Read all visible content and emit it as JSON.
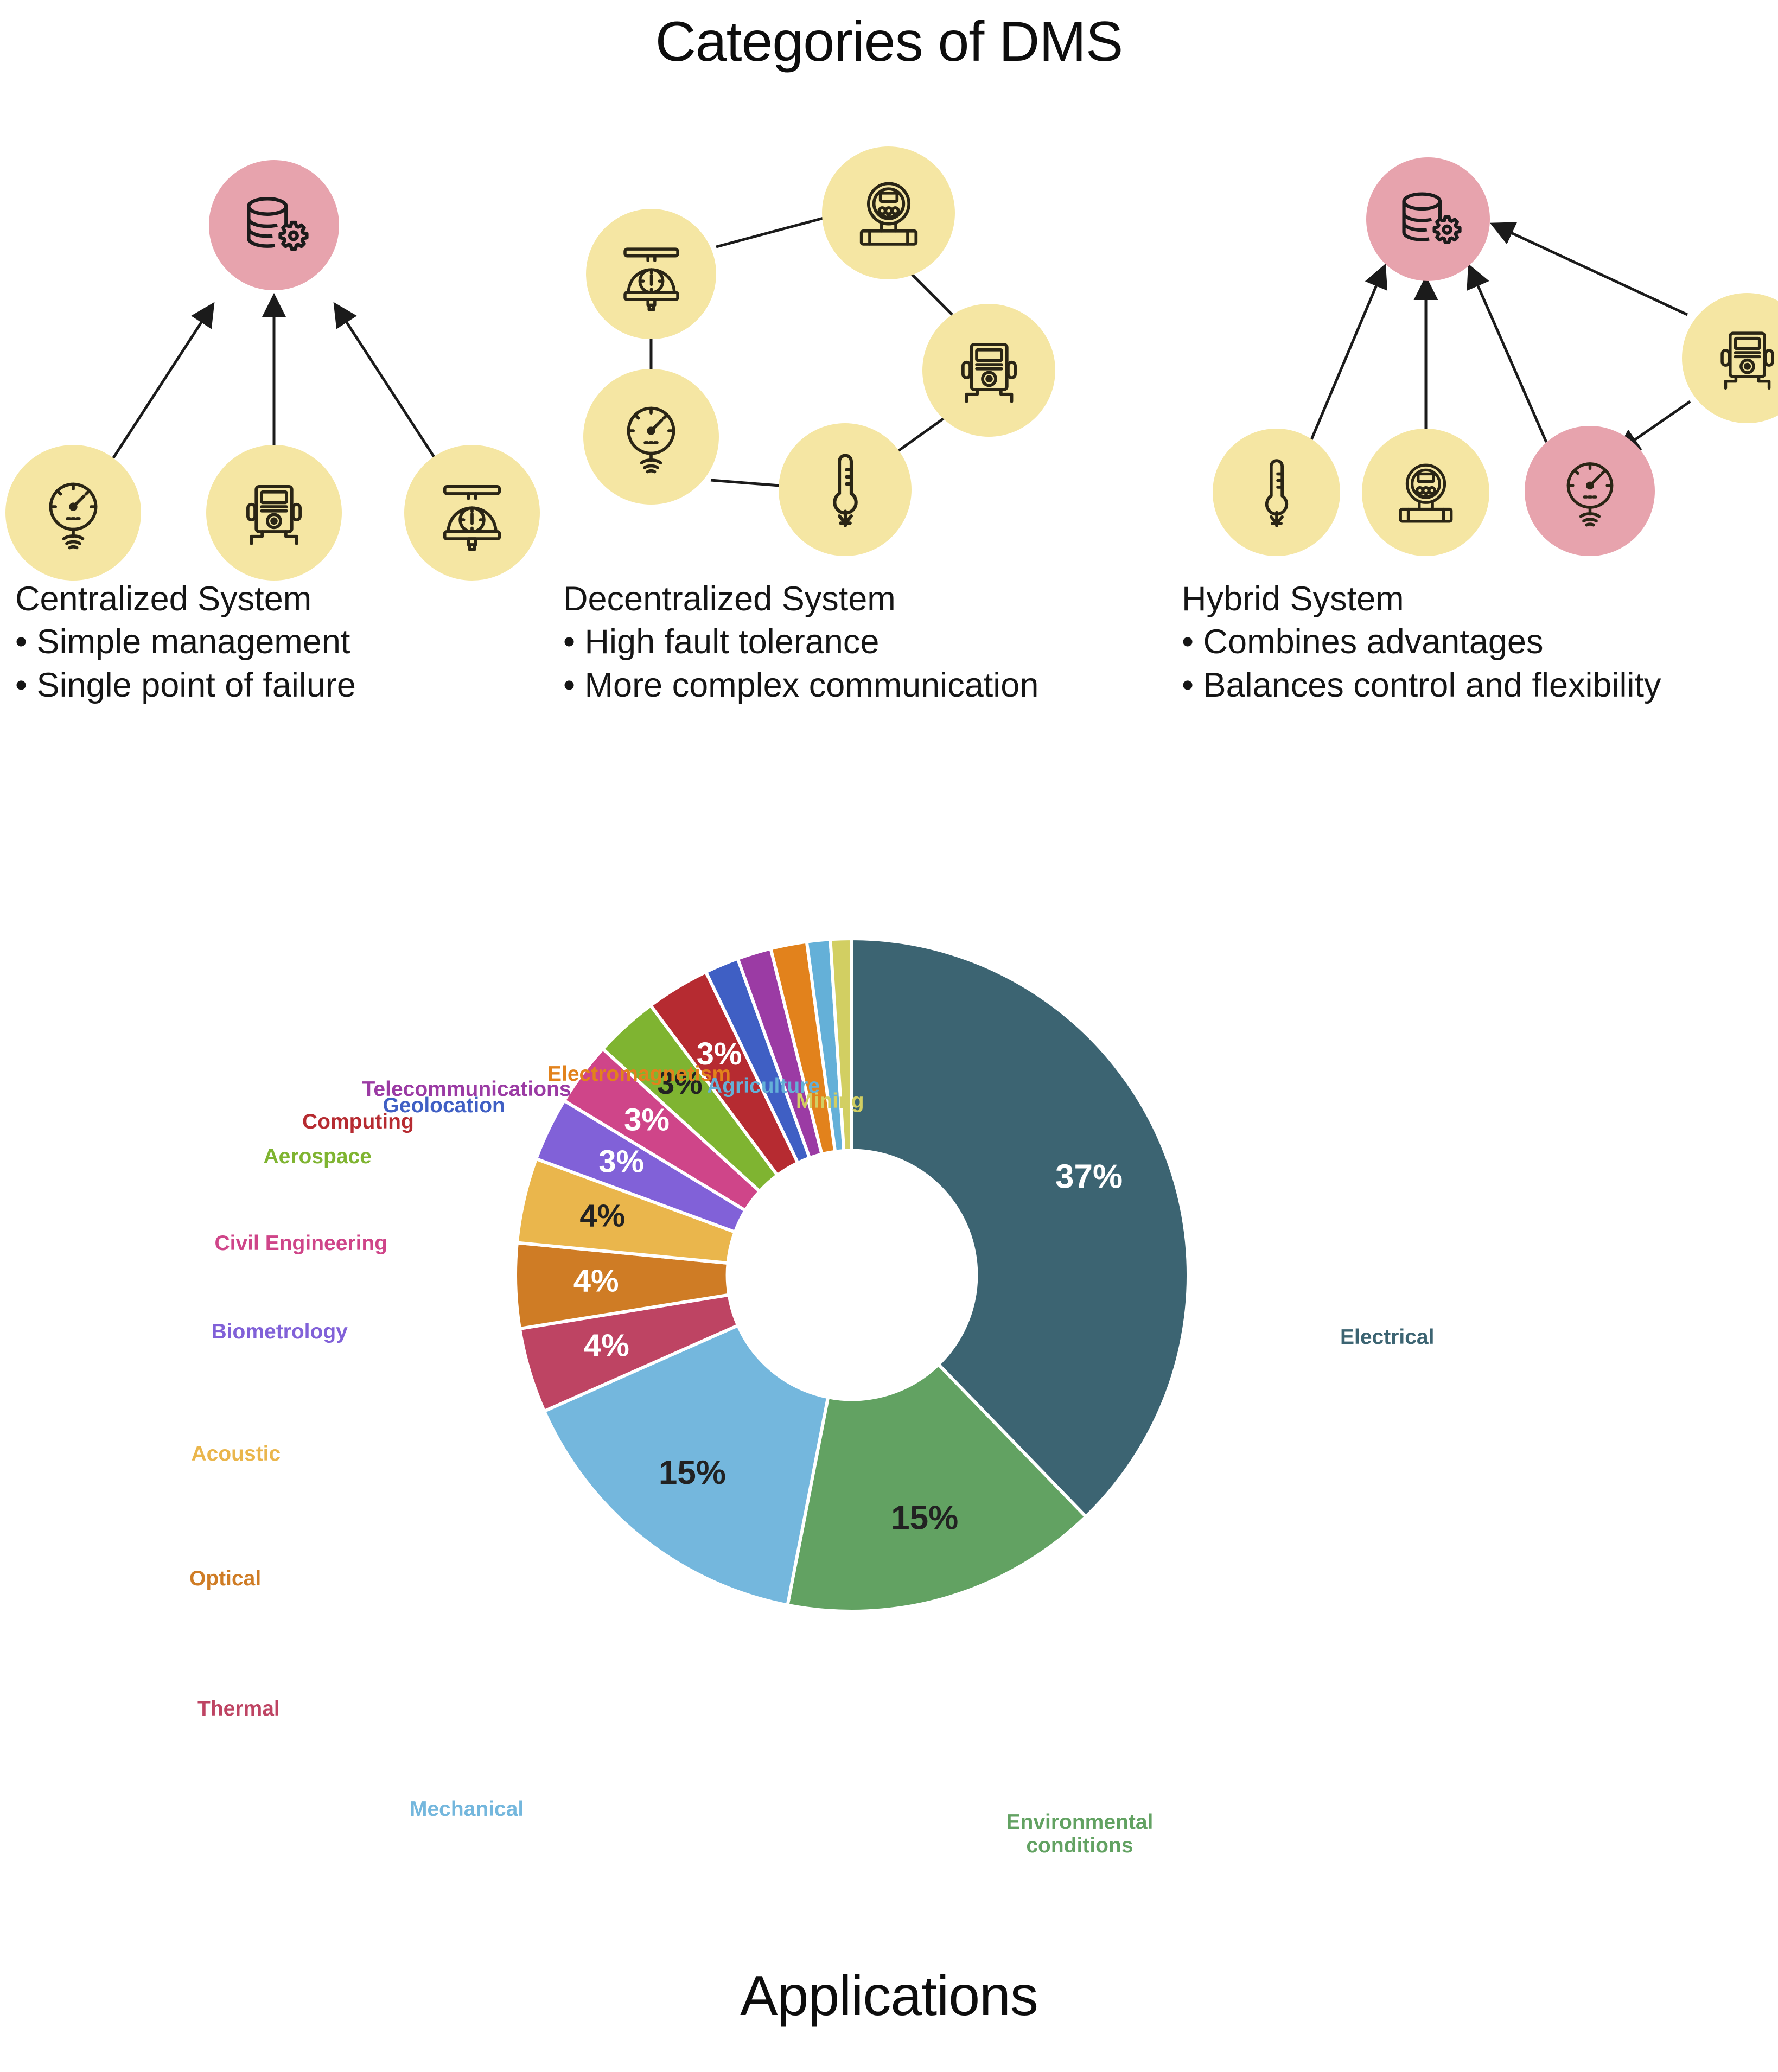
{
  "header": {
    "title": "Categories of DMS"
  },
  "footer": {
    "title": "Applications"
  },
  "systems": [
    {
      "name": "Centralized System",
      "bullets": [
        "• Simple management",
        "• Single point of failure"
      ],
      "hub_color": "#e7a3ad",
      "node_color": "#f5e6a3",
      "nodes": [
        "database-gear-icon",
        "gauge-sensor-icon",
        "multimeter-icon",
        "weighing-scale-icon"
      ],
      "topology": "star"
    },
    {
      "name": "Decentralized System",
      "bullets": [
        "• High fault tolerance",
        "• More complex communication"
      ],
      "hub_color": "",
      "node_color": "#f5e6a3",
      "nodes": [
        "weighing-scale-icon",
        "flow-meter-icon",
        "multimeter-icon",
        "thermometer-icon",
        "gauge-sensor-icon"
      ],
      "topology": "ring"
    },
    {
      "name": "Hybrid System",
      "bullets": [
        "• Combines advantages",
        "• Balances control and flexibility"
      ],
      "hub_color": "#e7a3ad",
      "node_color": "#f5e6a3",
      "nodes": [
        "database-gear-icon",
        "thermometer-icon",
        "flow-meter-icon",
        "gauge-sensor-icon",
        "multimeter-icon"
      ],
      "topology": "hybrid"
    }
  ],
  "chart_data": {
    "type": "pie",
    "variant": "donut",
    "title": "Applications",
    "total": 100,
    "unit": "%",
    "legend_position": "around-slices",
    "start_angle_deg": 0,
    "direction": "clockwise",
    "inner_radius_ratio": 0.37,
    "categories": [
      "Electrical",
      "Environmental conditions",
      "Mechanical",
      "Thermal",
      "Optical",
      "Acoustic",
      "Biometrology",
      "Civil Engineering",
      "Aerospace",
      "Computing",
      "Geolocation",
      "Telecommunications",
      "Electromagnetism",
      "Agriculture",
      "Mining"
    ],
    "values": [
      37,
      15,
      15,
      4,
      4,
      4,
      3,
      3,
      3,
      3,
      1.6,
      1.6,
      1.7,
      1.1,
      1.0
    ],
    "value_labels": [
      "37%",
      "15%",
      "15%",
      "4%",
      "4%",
      "4%",
      "3%",
      "3%",
      "3%",
      "3%",
      "",
      "",
      "",
      "",
      ""
    ],
    "colors": [
      "#3c6472",
      "#62a262",
      "#74b7dd",
      "#be4463",
      "#cf7c25",
      "#eab64c",
      "#8161d8",
      "#cf4589",
      "#7fb431",
      "#b62b31",
      "#3f5fc4",
      "#9b3ba4",
      "#e2821c",
      "#64b0d8",
      "#d2cf62"
    ],
    "label_text_colors": [
      "#3c6472",
      "#62a262",
      "#74b7dd",
      "#be4463",
      "#cf7c25",
      "#eab64c",
      "#8161d8",
      "#cf4589",
      "#7fb431",
      "#b62b31",
      "#3f5fc4",
      "#9b3ba4",
      "#e2821c",
      "#64b0d8",
      "#d2cf62"
    ],
    "value_label_colors": [
      "#ffffff",
      "#222222",
      "#222222",
      "#ffffff",
      "#ffffff",
      "#222222",
      "#ffffff",
      "#ffffff",
      "#222222",
      "#ffffff",
      "#ffffff",
      "#ffffff",
      "#ffffff",
      "#ffffff",
      "#222222"
    ]
  }
}
